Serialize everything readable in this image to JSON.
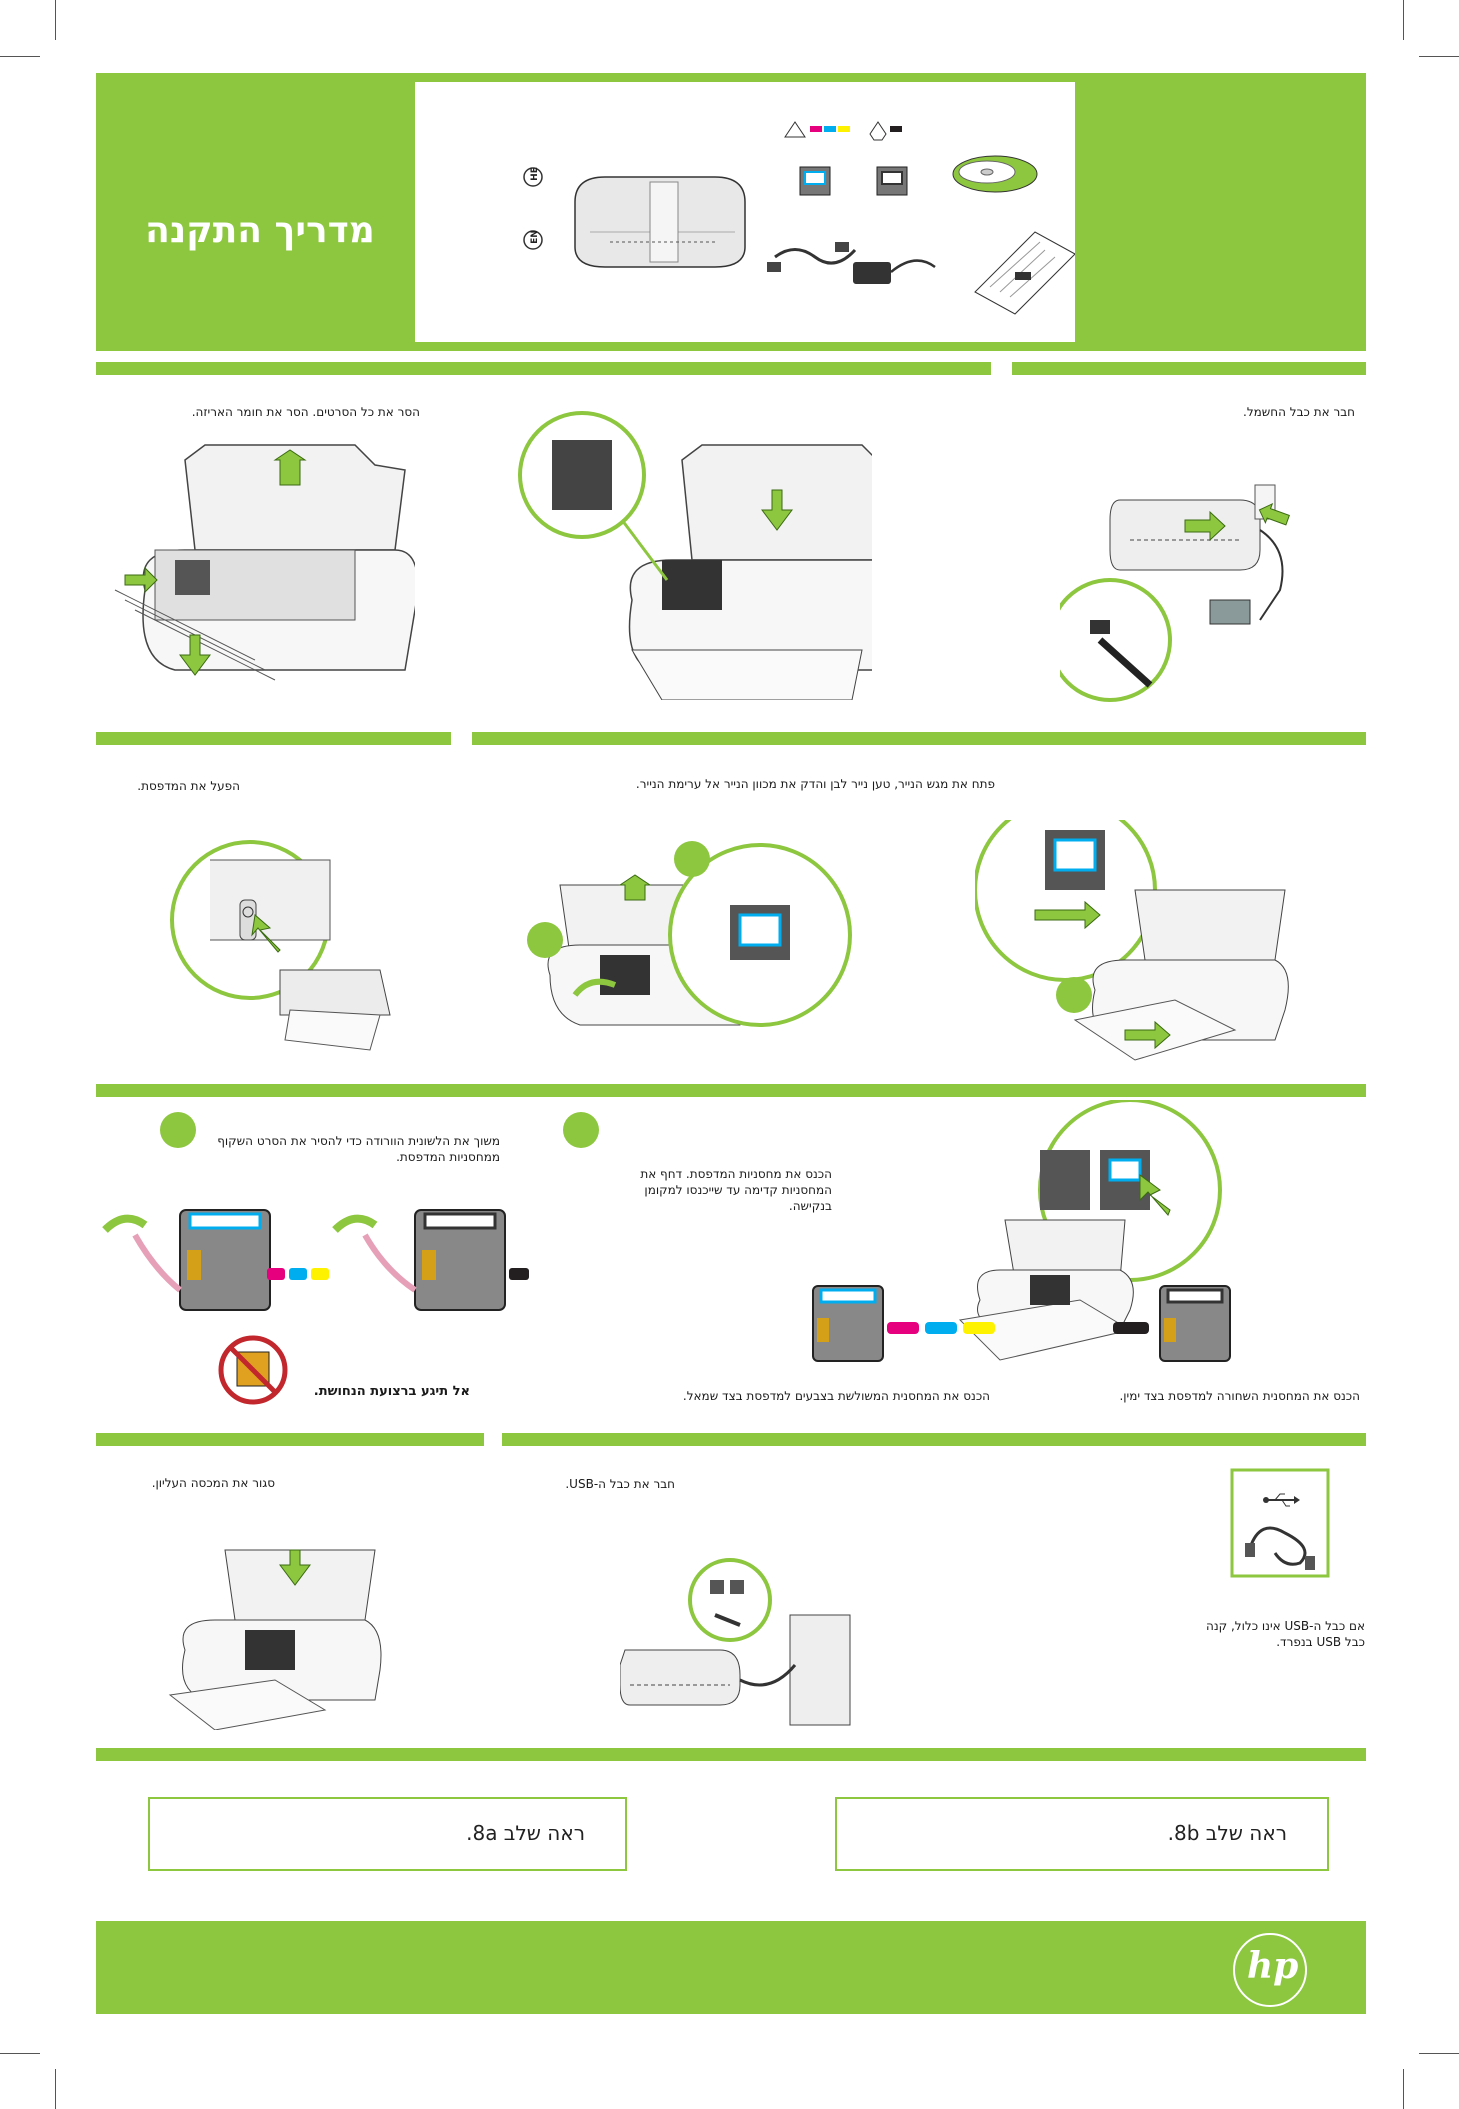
{
  "header": {
    "title": "מדריך התקנה",
    "lang_he": "HE",
    "lang_en": "EN"
  },
  "steps": {
    "connect_power": "חבר את כבל החשמל.",
    "remove_tape": "הסר את כל הסרטים. הסר את חומר האריזה.",
    "power_on": "הפעל את המדפסת.",
    "load_paper": "פתח את מגש הנייר, טען נייר לבן והדק את מכוון הנייר אל ערימת הנייר.",
    "remove_cart_tape": "משוך את הלשונית הוורודה כדי להסיר את הסרט השקוף ממחסניות המדפסת.",
    "do_not_touch": "אל תיגע ברצועת הנחושת.",
    "insert_cart": "הכנס את מחסניות המדפסת. דחף את המחסניות קדימה עד שייכנסו למקומן בנקישה.",
    "insert_black": "הכנס את המחסנית השחורה למדפסת בצד ימין.",
    "insert_color": "הכנס את המחסנית המשולשת בצבעים למדפסת בצד שמאל.",
    "close_cover": "סגור את המכסה העליון.",
    "connect_usb": "חבר את כבל ה-USB.",
    "usb_note": "אם כבל ה-USB אינו כלול, קנה כבל USB בנפרד."
  },
  "see_boxes": {
    "left": "ראה שלב 8a.",
    "right": "ראה שלב 8b."
  },
  "footer": {
    "logo": "hp"
  },
  "colors": {
    "accent": "#8dc63f",
    "magenta": "#e6007e",
    "cyan": "#00aeef",
    "yellow": "#fff200",
    "black": "#231f20"
  }
}
